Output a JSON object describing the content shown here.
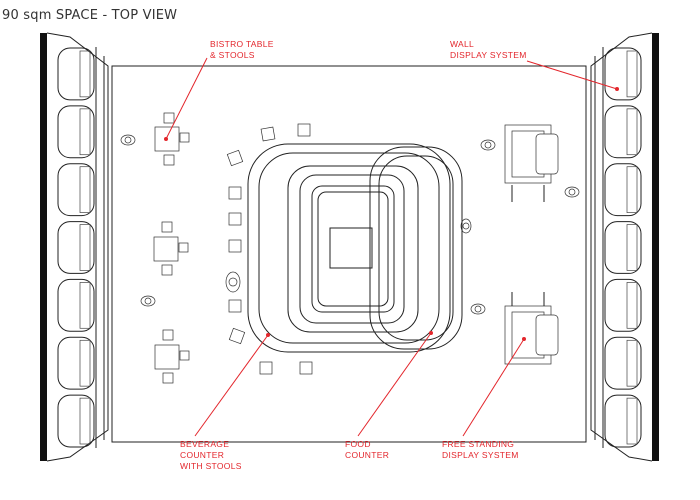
{
  "title": "90 sqm SPACE - TOP VIEW",
  "labels": {
    "bistro_line1": "BISTRO TABLE",
    "bistro_line2": "& STOOLS",
    "wall_line1": "WALL",
    "wall_line2": "DISPLAY SYSTEM",
    "beverage_line1": "BEVERAGE",
    "beverage_line2": "COUNTER",
    "beverage_line3": "WITH STOOLS",
    "food_line1": "FOOD",
    "food_line2": "COUNTER",
    "freestanding_line1": "FREE STANDING",
    "freestanding_line2": "DISPLAY SYSTEM"
  },
  "colors": {
    "annotation": "#e3262c",
    "line": "#222222",
    "wall": "#111111"
  }
}
